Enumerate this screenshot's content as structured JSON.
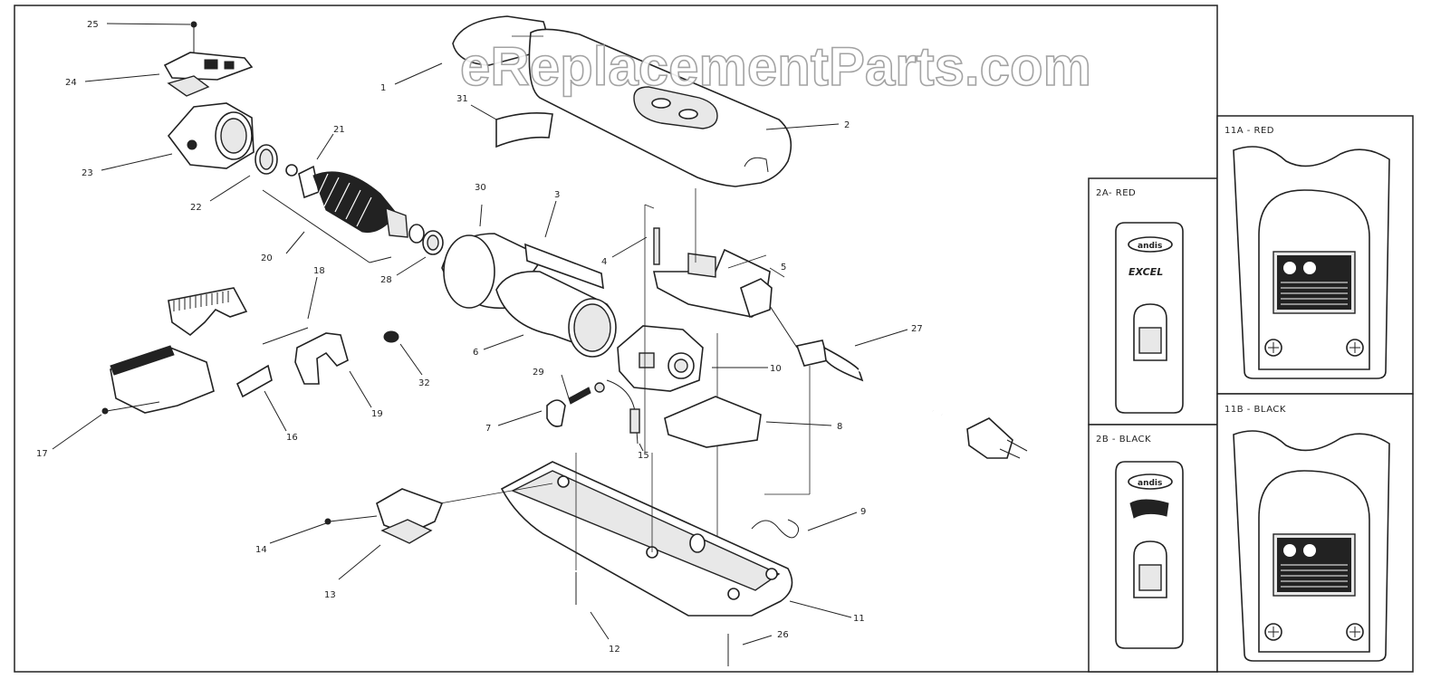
{
  "watermark": "eReplacementParts.com",
  "callouts": {
    "c1": "1",
    "c2": "2",
    "c3": "3",
    "c4": "4",
    "c5": "5",
    "c6": "6",
    "c7": "7",
    "c8": "8",
    "c9": "9",
    "c10": "10",
    "c11": "11",
    "c12": "12",
    "c13": "13",
    "c14": "14",
    "c15": "15",
    "c16": "16",
    "c17": "17",
    "c18": "18",
    "c19": "19",
    "c20": "20",
    "c21": "21",
    "c22": "22",
    "c23": "23",
    "c24": "24",
    "c25": "25",
    "c26": "26",
    "c27": "27",
    "c28": "28",
    "c29": "29",
    "c30": "30",
    "c31": "31",
    "c32": "32"
  },
  "variants": {
    "v2a": "2A- RED",
    "v2b": "2B - BLACK",
    "v11a": "11A - RED",
    "v11b": "11B - BLACK"
  },
  "housing_text": {
    "brand": "andis",
    "model_red": "EXCEL"
  }
}
